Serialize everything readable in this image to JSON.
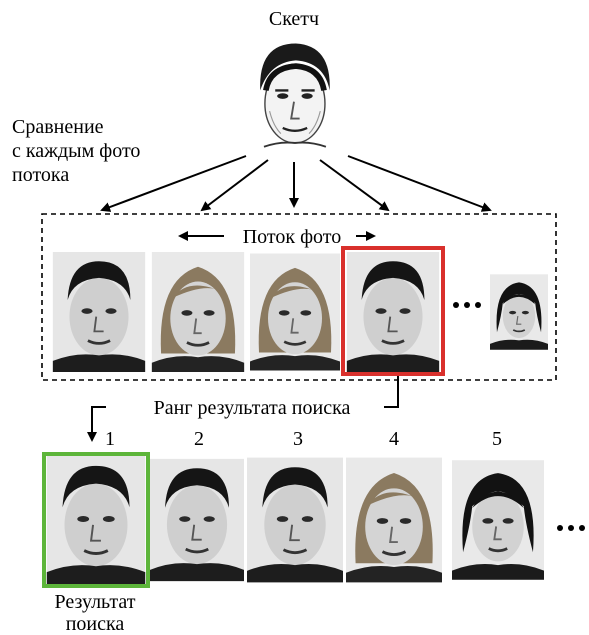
{
  "sketch_label": "Скетч",
  "compare_label_line1": "Сравнение",
  "compare_label_line2": "с каждым фото",
  "compare_label_line3": "потока",
  "stream_label": "Поток фото",
  "rank_label": "Ранг результата поиска",
  "result_label_line1": "Результат",
  "result_label_line2": "поиска",
  "ranks": [
    "1",
    "2",
    "3",
    "4",
    "5"
  ],
  "highlight_colors": {
    "match": "#d9302c",
    "result": "#5db53a"
  },
  "icons": {
    "sketch": "face-sketch-icon",
    "photo": "face-photo-icon",
    "ellipsis": "ellipsis-icon"
  }
}
